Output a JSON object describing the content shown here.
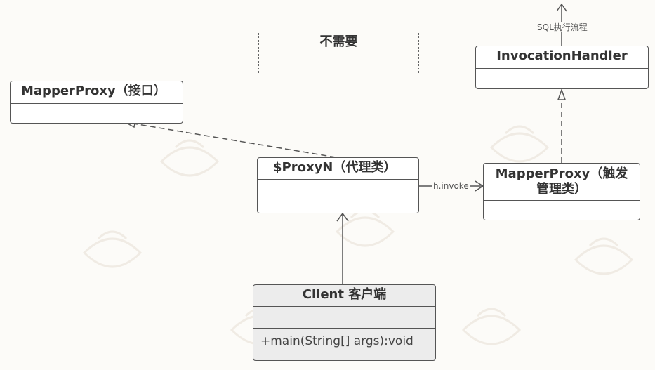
{
  "classes": {
    "mapper_proxy_interface": {
      "title": "MapperProxy（接口）"
    },
    "not_needed": {
      "title": "不需要"
    },
    "invocation_handler": {
      "title": "InvocationHandler"
    },
    "proxy_n": {
      "title": "$ProxyN（代理类）"
    },
    "mapper_proxy_trigger": {
      "title_line1": "MapperProxy（触发",
      "title_line2": "管理类）"
    },
    "client": {
      "title": "Client 客户端",
      "method": "+main(String[] args):void"
    }
  },
  "edges": {
    "sql_flow_label": "SQL执行流程",
    "invoke_label": "h.invoke"
  },
  "colors": {
    "line": "#555555",
    "box_border": "#555555",
    "client_fill": "#ececec",
    "background": "#fcfbf8"
  }
}
